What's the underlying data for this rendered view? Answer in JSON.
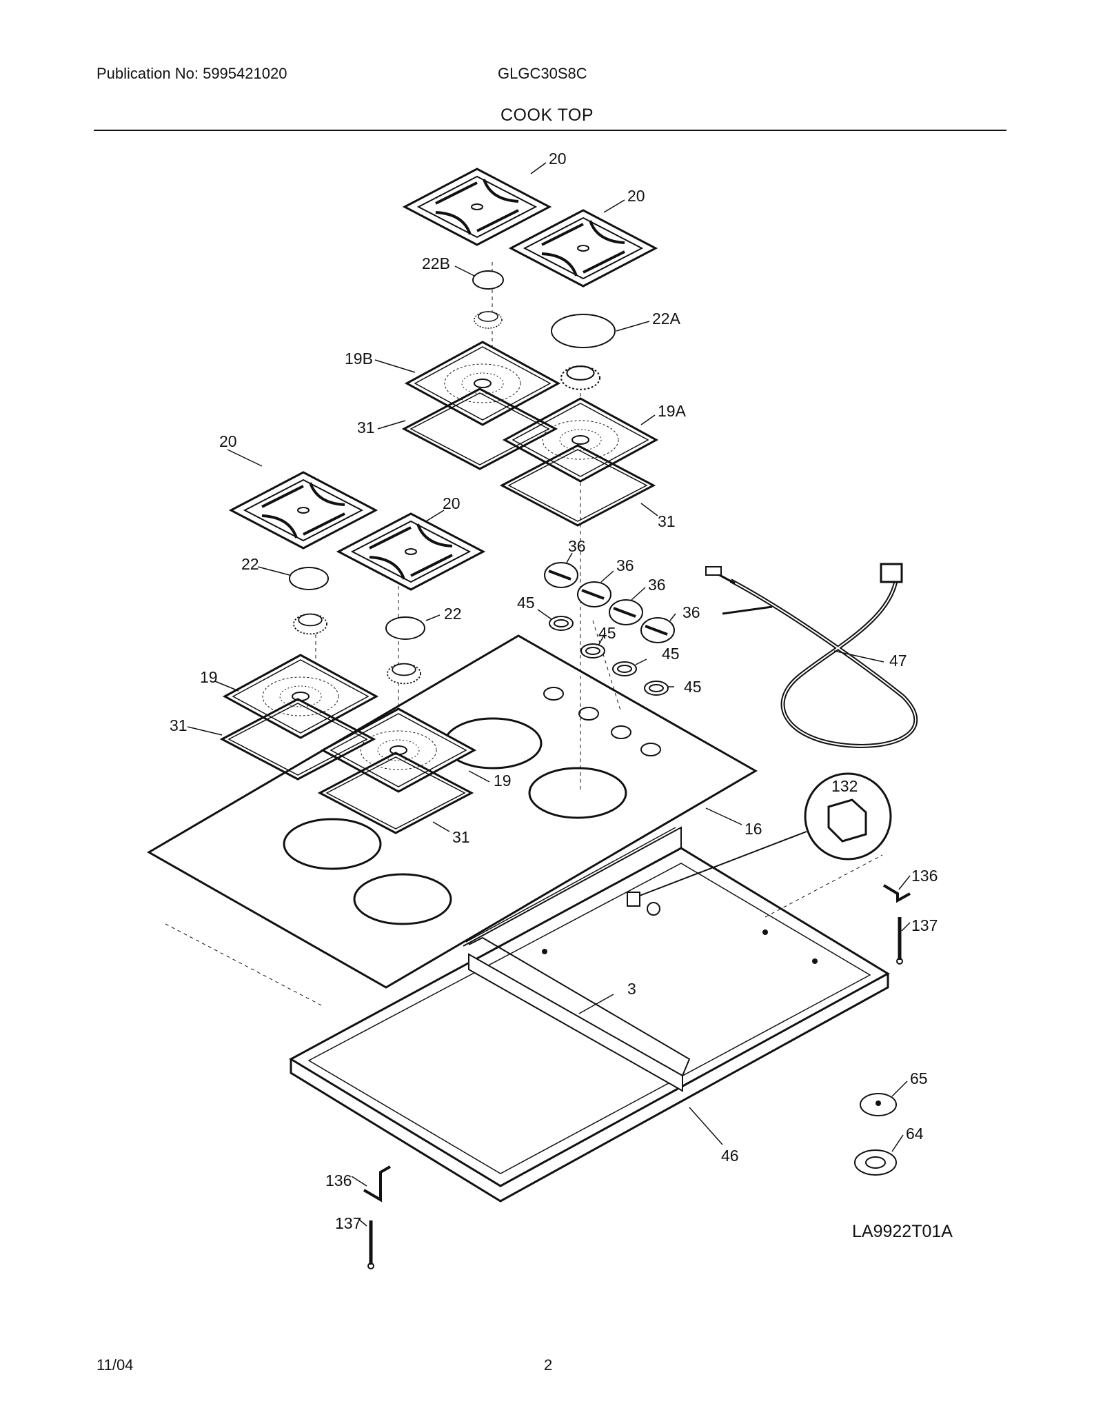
{
  "header": {
    "publication": "Publication No: 5995421020",
    "model": "GLGC30S8C",
    "section_title": "COOK TOP"
  },
  "footer": {
    "date": "11/04",
    "page_number": "2"
  },
  "figure_id": "LA9922T01A",
  "callouts": {
    "grate_a": "20",
    "grate_b": "20",
    "grate_c": "20",
    "grate_d": "20",
    "cap_22b": "22B",
    "cap_22a": "22A",
    "cap_22_left": "22",
    "cap_22_center": "22",
    "burner_19b": "19B",
    "burner_19a": "19A",
    "burner_19_left": "19",
    "burner_19_right": "19",
    "seal_31_a": "31",
    "seal_31_b": "31",
    "seal_31_c": "31",
    "seal_31_d": "31",
    "knob_36_a": "36",
    "knob_36_b": "36",
    "knob_36_c": "36",
    "knob_36_d": "36",
    "bezel_45_a": "45",
    "bezel_45_b": "45",
    "bezel_45_c": "45",
    "bezel_45_d": "45",
    "cord_47": "47",
    "glass_top_16": "16",
    "detail_132": "132",
    "bracket_136_right": "136",
    "screw_137_right": "137",
    "bracket_136_left": "136",
    "screw_137_left": "137",
    "channel_3": "3",
    "plate_65": "65",
    "plate_64": "64",
    "chassis_46": "46"
  }
}
